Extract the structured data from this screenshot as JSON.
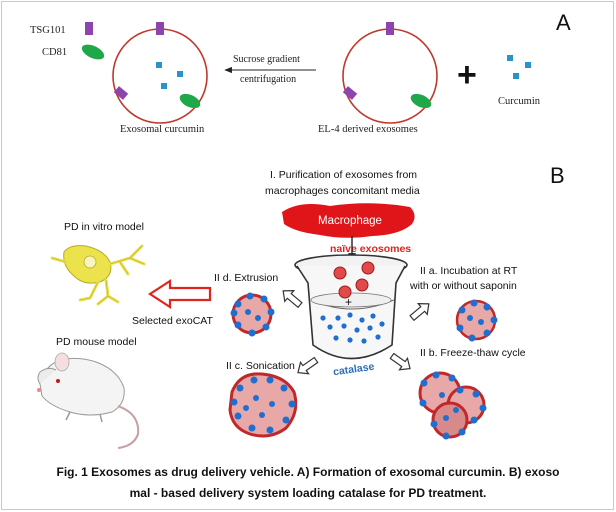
{
  "panelA": {
    "label": "A",
    "legend_tsg101": "TSG101",
    "legend_cd81": "CD81",
    "exosomal_curcumin_label": "Exosomal curcumin",
    "el4_label": "EL-4 derived exosomes",
    "arrow_label_line1": "Sucrose gradient",
    "arrow_label_line2": "centrifugation",
    "plus_sign": "+",
    "curcumin_label": "Curcumin"
  },
  "panelB": {
    "label": "B",
    "step1_line1": "I. Purification of exosomes from",
    "step1_line2": "macrophages concomitant media",
    "macrophage_label": "Macrophage",
    "naive_exosomes_label": "naïve exosomes",
    "step2a_line1": "II a. Incubation at RT",
    "step2a_line2": "with or without saponin",
    "step2b_label": "II b. Freeze-thaw cycle",
    "step2c_label": "II c. Sonication",
    "step2d_label": "II d. Extrusion",
    "catalase_label": "catalase",
    "beaker_plus": "+",
    "invitro_label": "PD in vitro model",
    "selected_label": "Selected exoCAT",
    "mouse_label": "PD mouse model"
  },
  "caption": {
    "line1": "Fig. 1 Exosomes as drug delivery vehicle. A) Formation of exosomal curcumin. B) exoso",
    "line2": "mal - based delivery system loading catalase for PD treatment."
  },
  "colors": {
    "membrane": "#c0392b",
    "tsg101": "#8e44ad",
    "cd81": "#1fa84a",
    "curcumin": "#2a93c9",
    "exosome_fill": "#e8a8a8",
    "exosome_dark": "#c0282a",
    "bead": "#1f6fd1",
    "arrow_red": "#e0241f",
    "neuron": "#ece24c"
  }
}
